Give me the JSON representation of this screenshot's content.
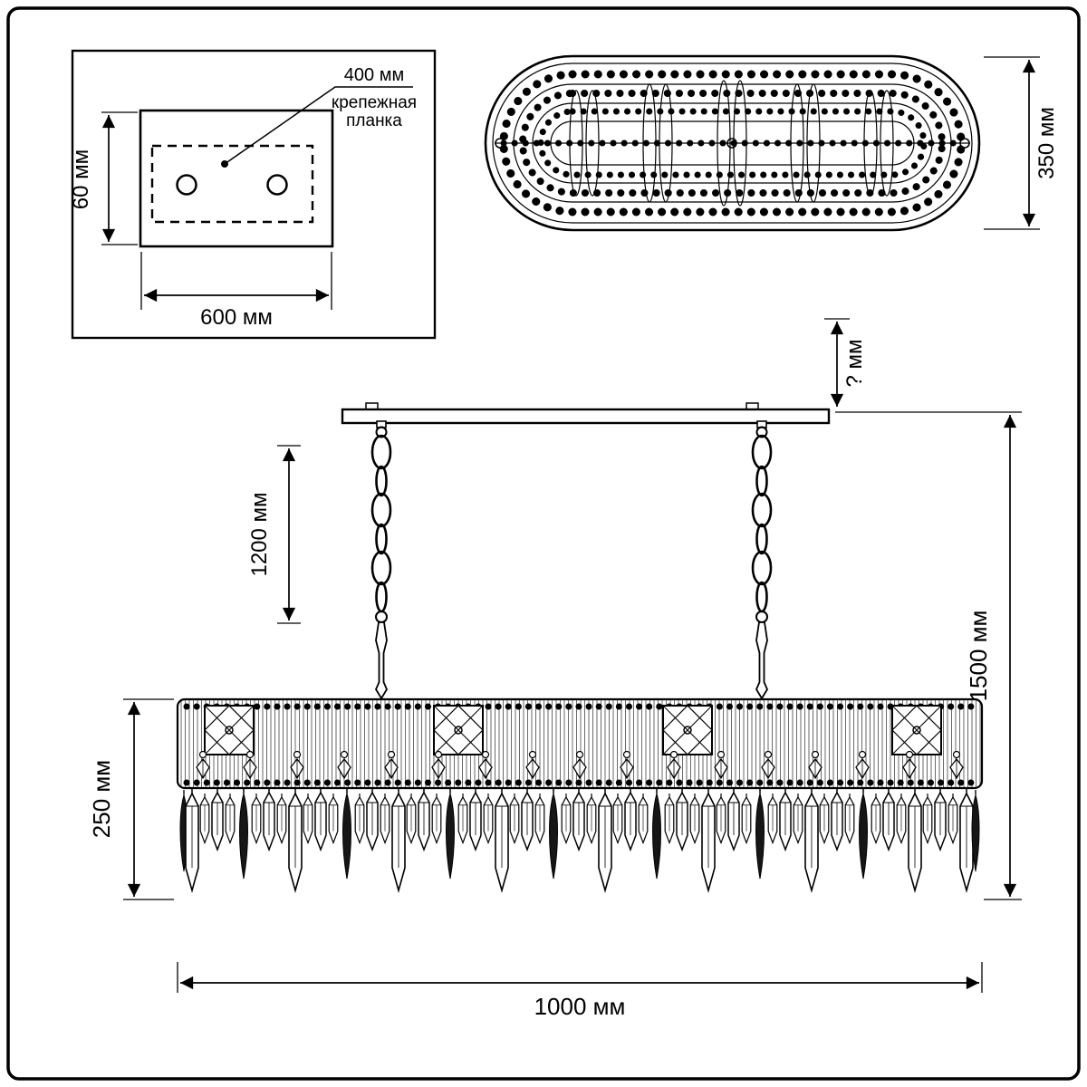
{
  "diagram": {
    "mounting_plate_view": {
      "hole_spacing": "400 мм",
      "part_name_line1": "крепежная",
      "part_name_line2": "планка",
      "height": "60 мм",
      "width": "600 мм"
    },
    "top_view": {
      "depth": "350 мм"
    },
    "front_view": {
      "suspension_height": "? мм",
      "chain_length": "1200 мм",
      "total_height": "1500 мм",
      "body_height": "250 мм",
      "width": "1000 мм"
    }
  }
}
